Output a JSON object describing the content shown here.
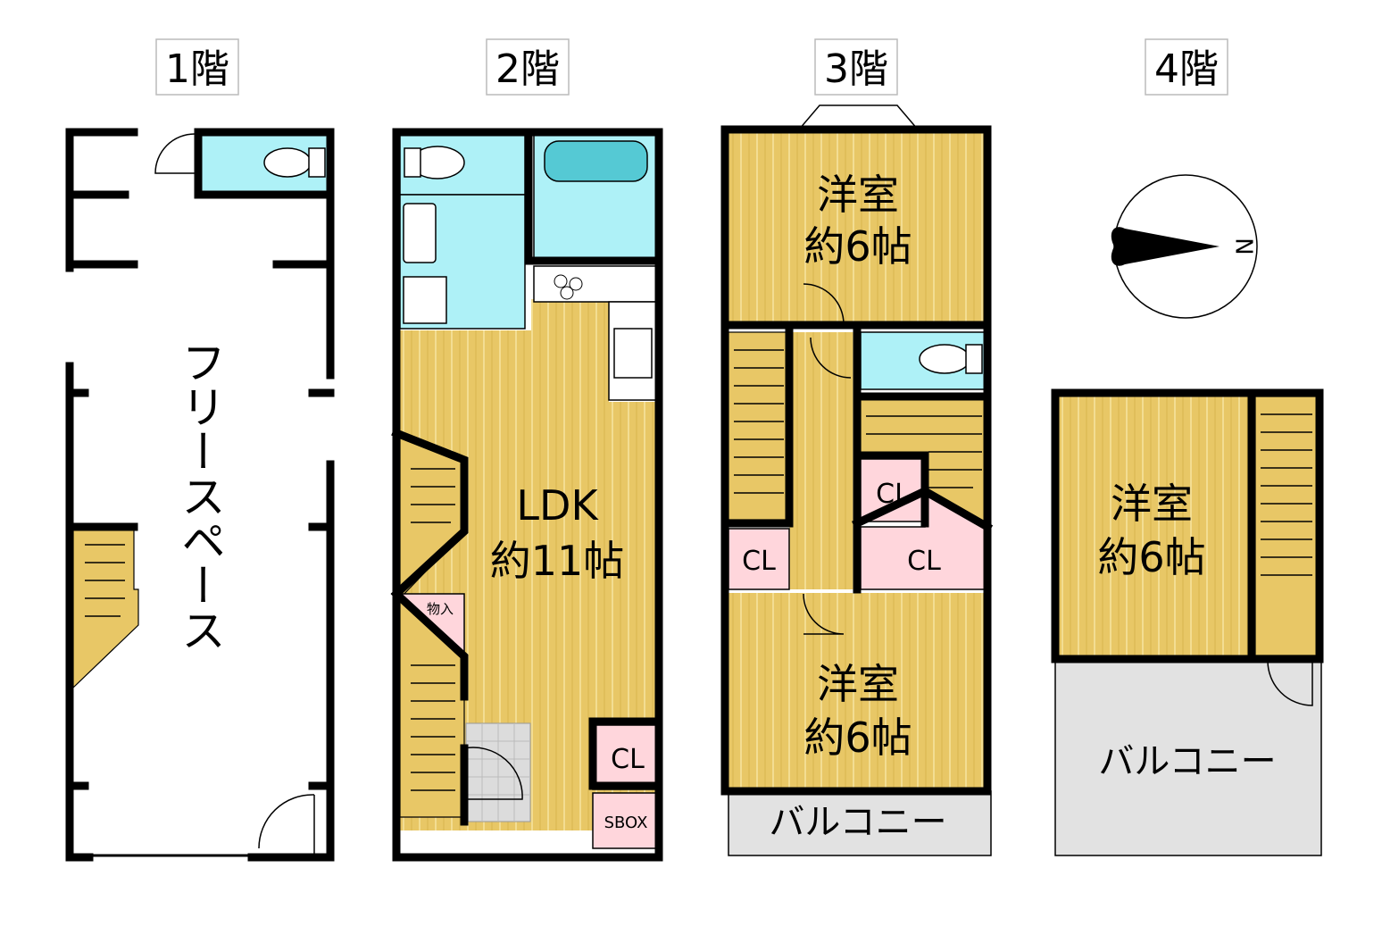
{
  "floors": {
    "f1": {
      "label": "1階",
      "rooms": {
        "free_space": "フリースペース"
      }
    },
    "f2": {
      "label": "2階",
      "rooms": {
        "ldk_name": "LDK",
        "ldk_size": "約11帖",
        "storage": "物入",
        "cl": "CL",
        "sbox": "SBOX"
      }
    },
    "f3": {
      "label": "3階",
      "rooms": {
        "west1_name": "洋室",
        "west1_size": "約6帖",
        "west2_name": "洋室",
        "west2_size": "約6帖",
        "cl_a": "CL",
        "cl_b": "CL",
        "cl_c": "CL",
        "balcony": "バルコニー"
      }
    },
    "f4": {
      "label": "4階",
      "rooms": {
        "west_name": "洋室",
        "west_size": "約6帖",
        "balcony": "バルコニー"
      }
    }
  },
  "compass": {
    "north_label": "N"
  },
  "colors": {
    "wood": "#e8c766",
    "wet": "#aef1f7",
    "closet": "#ffd6dc",
    "balcony": "#e2e2e2"
  }
}
